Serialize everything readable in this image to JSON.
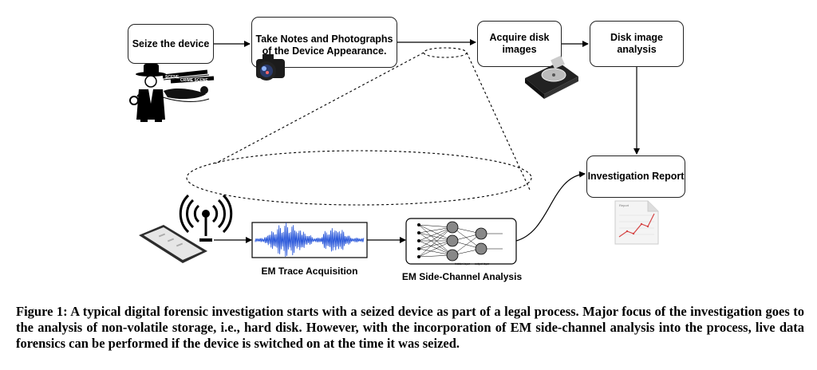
{
  "boxes": {
    "seize": "Seize the device",
    "notes": "Take Notes and Photographs of the Device Appearance.",
    "acquire": "Acquire disk images",
    "analysis": "Disk image analysis",
    "report": "Investigation Report"
  },
  "labels": {
    "trace": "EM Trace Acquisition",
    "sidechannel": "EM Side-Channel Analysis",
    "crime_scene_1": "SCENE",
    "crime_scene_2": "CRIME SCENE",
    "hidden_layer": "hidden layer",
    "output_layer": "output layer",
    "report_doc": "Report"
  },
  "caption": "Figure 1: A typical digital forensic investigation starts with a seized device as part of a legal process. Major focus of the investigation goes to the analysis of non-volatile storage, i.e., hard disk. However, with the incorporation of EM side-channel analysis into the process, live data forensics can be performed if the device is switched on at the time it was seized.",
  "colors": {
    "wave": "#1f4fd8",
    "report_line": "#d64545",
    "box_border": "#222222"
  }
}
